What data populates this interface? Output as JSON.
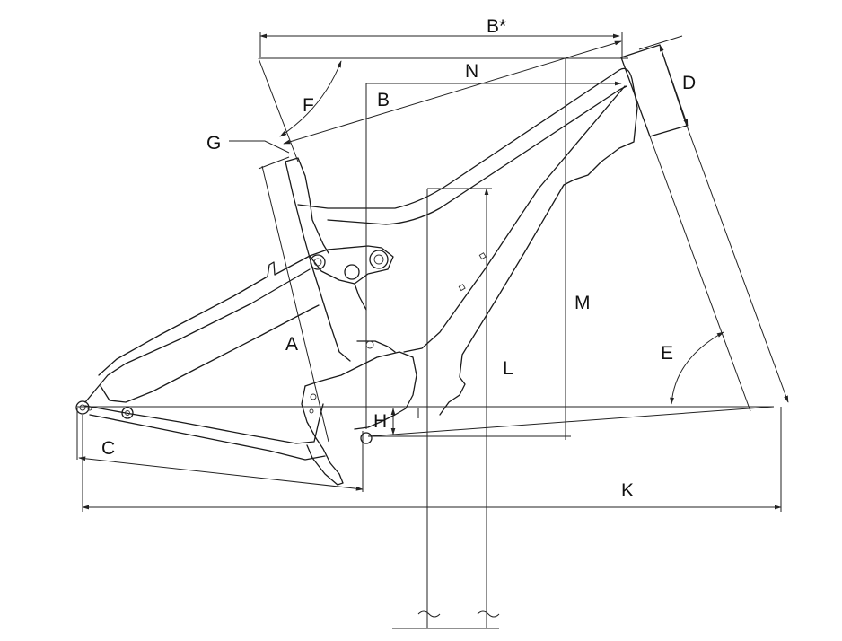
{
  "diagram": {
    "labels": {
      "b_star": "B*",
      "n": "N",
      "b": "B",
      "d": "D",
      "f": "F",
      "g": "G",
      "m": "M",
      "a": "A",
      "l": "L",
      "e": "E",
      "h": "H",
      "c": "C",
      "k": "K"
    },
    "colors": {
      "line": "#1a1a1a",
      "background": "#ffffff"
    }
  }
}
